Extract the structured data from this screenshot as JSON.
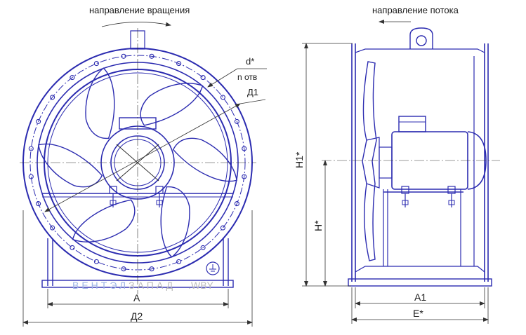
{
  "colors": {
    "drawing": "#2b2bb0",
    "dimension": "#333333",
    "watermark_blue": "#9fb6e6",
    "watermark_gray": "#bdbdbd"
  },
  "front_view": {
    "rotation_label": "направление вращения",
    "d_label": "d*",
    "n_label": "n отв",
    "d1_label": "Д1",
    "a_label": "A",
    "d2_label": "Д2"
  },
  "side_view": {
    "flow_label": "направление потока",
    "h1_label": "H1*",
    "h_label": "H*",
    "a1_label": "A1",
    "e_label": "E*"
  },
  "watermark": {
    "part1": "ВЕНТЭЛ",
    "part2": "ЗАПАД",
    "part3": ".WBY"
  }
}
